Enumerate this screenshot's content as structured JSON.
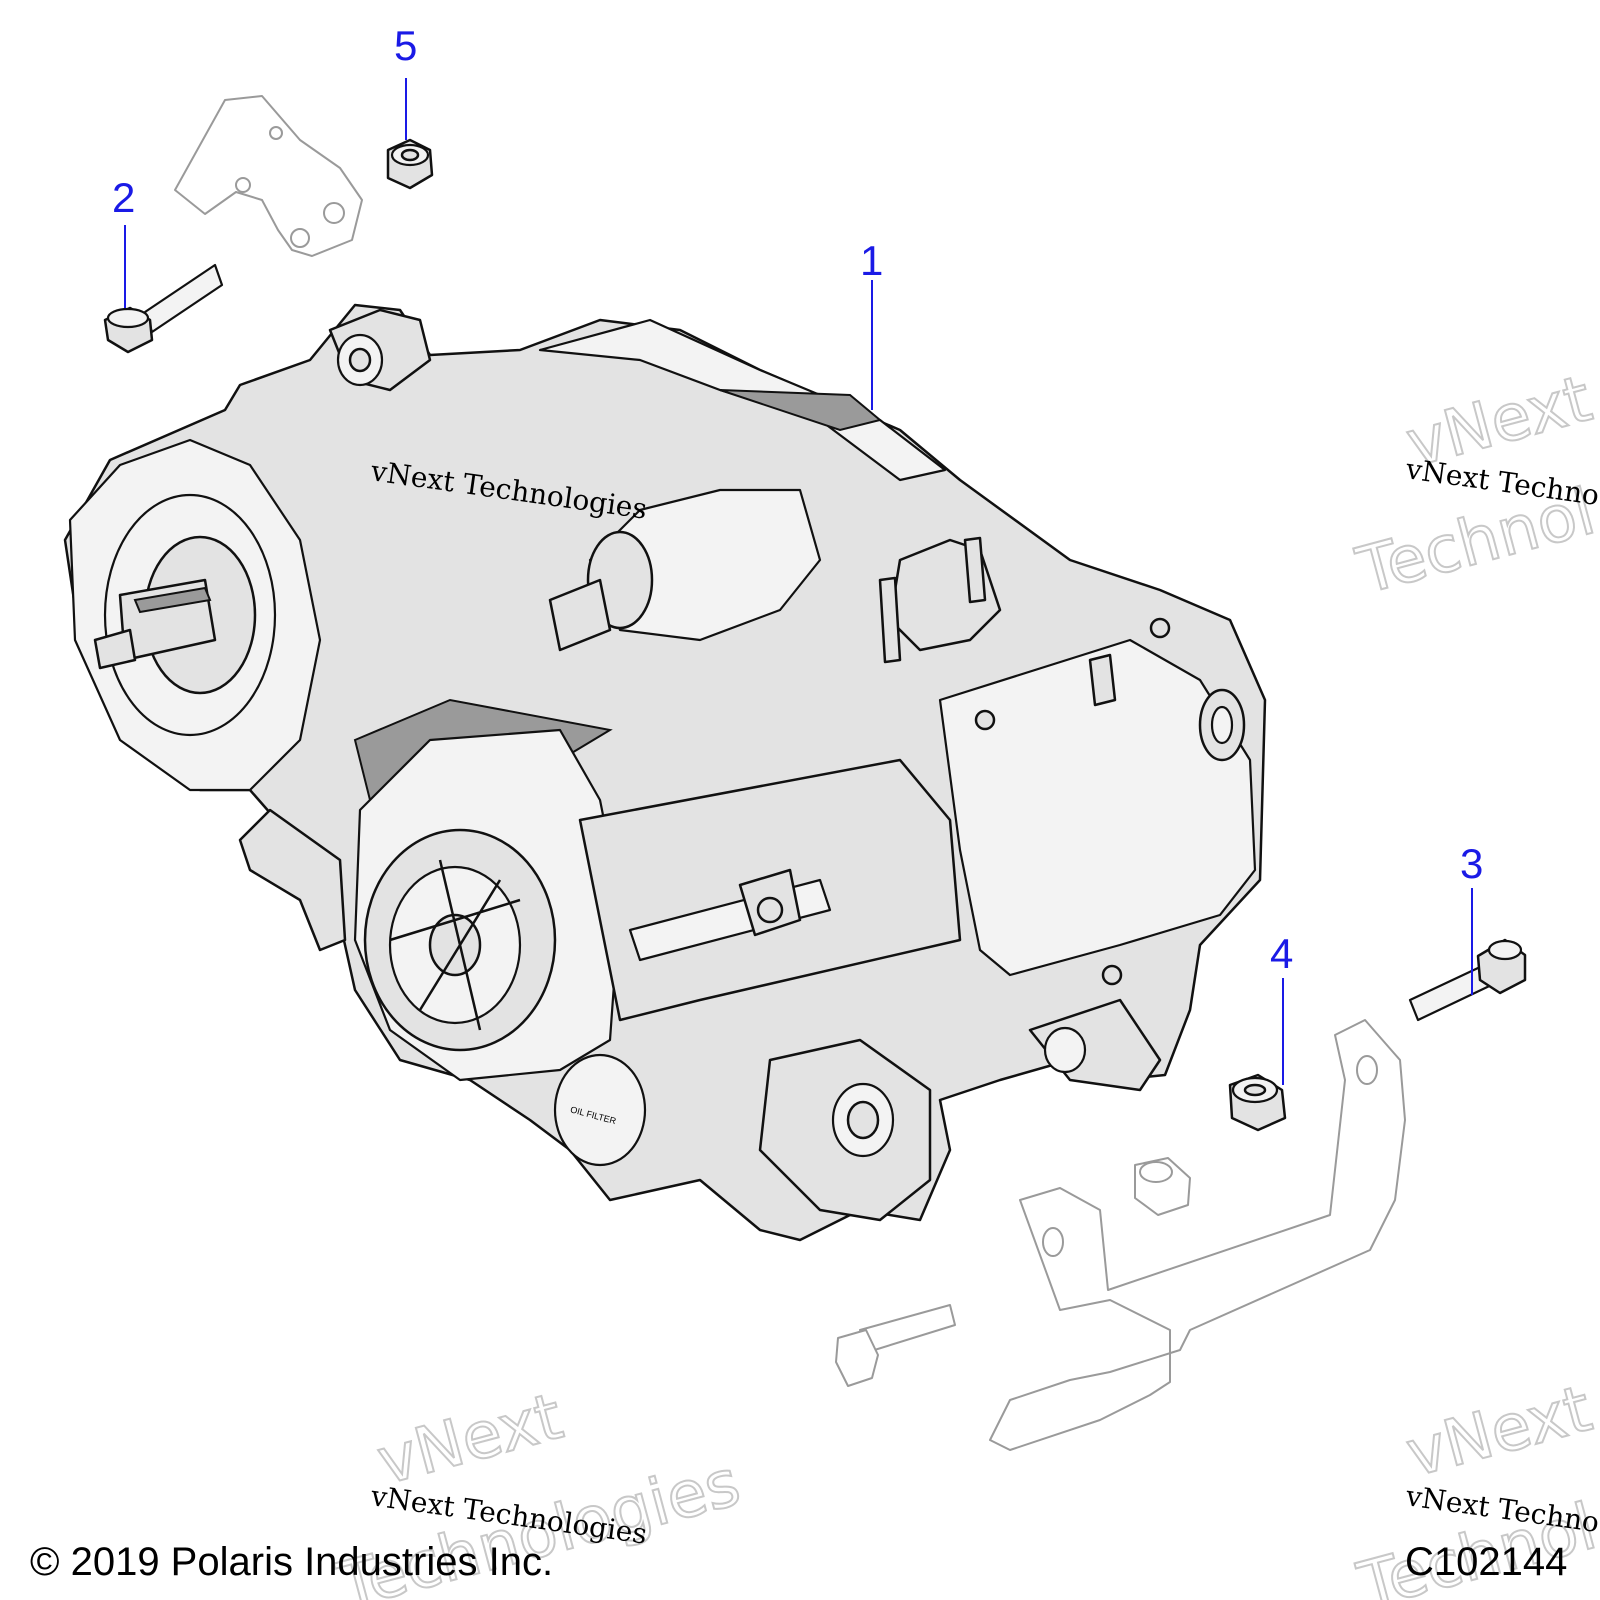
{
  "callouts": [
    {
      "id": "1",
      "label": "1"
    },
    {
      "id": "2",
      "label": "2"
    },
    {
      "id": "3",
      "label": "3"
    },
    {
      "id": "4",
      "label": "4"
    },
    {
      "id": "5",
      "label": "5"
    }
  ],
  "watermark": {
    "line_small": "vNext Technologies",
    "big_top": "vNext",
    "big_bottom": "Technologies",
    "line_small_cut": "vNext Techno",
    "big_bottom_cut": "Technol",
    "big_top_cut": "vNext"
  },
  "footer": {
    "copyright": "© 2019 Polaris Industries Inc.",
    "figure_code": "C102144"
  },
  "engine_labels": {
    "oil_filter": "OIL FILTER"
  },
  "colors": {
    "callout": "#1a1ae6",
    "line_art": "#111111",
    "shade": "#9a9a9a"
  }
}
